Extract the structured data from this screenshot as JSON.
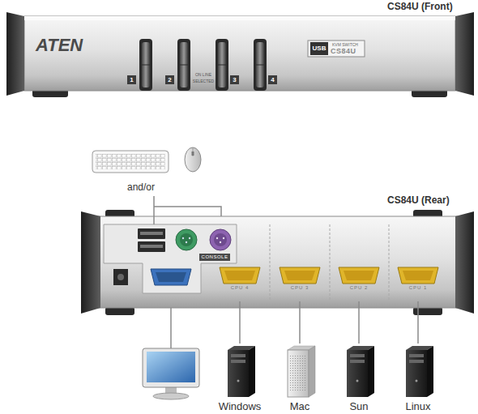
{
  "diagram": {
    "nodes": [
      {
        "text": [
          "CS84U (Front)"
        ]
      },
      {
        "text": [
          "and/or"
        ]
      },
      {
        "text": [
          "CS84U (Rear)"
        ]
      },
      {
        "text": [
          "CONSOLE"
        ],
        "in": 2
      },
      {
        "text": [
          "CPU 4"
        ],
        "in": 2
      },
      {
        "text": [
          "CPU 3"
        ],
        "in": 2
      },
      {
        "text": [
          "CPU 2"
        ],
        "in": 2
      },
      {
        "text": [
          "CPU 1"
        ],
        "in": 2
      },
      {
        "text": [
          "Windows"
        ]
      },
      {
        "text": [
          "Mac"
        ]
      },
      {
        "text": [
          "Sun"
        ]
      },
      {
        "text": [
          "Linux"
        ]
      }
    ],
    "edges": [
      {
        "from": 1,
        "to": 3,
        "arrow": "none"
      },
      {
        "from": 4,
        "to": 8,
        "arrow": "none"
      },
      {
        "from": 5,
        "to": 9,
        "arrow": "none"
      },
      {
        "from": 6,
        "to": 10,
        "arrow": "none"
      },
      {
        "from": 7,
        "to": 11,
        "arrow": "none"
      }
    ],
    "labels": [
      "ATEN",
      "1",
      "2",
      "3",
      "4",
      "ON LINE",
      "SELECTED",
      "USB",
      "KVM SWITCH",
      "CS84U"
    ]
  }
}
